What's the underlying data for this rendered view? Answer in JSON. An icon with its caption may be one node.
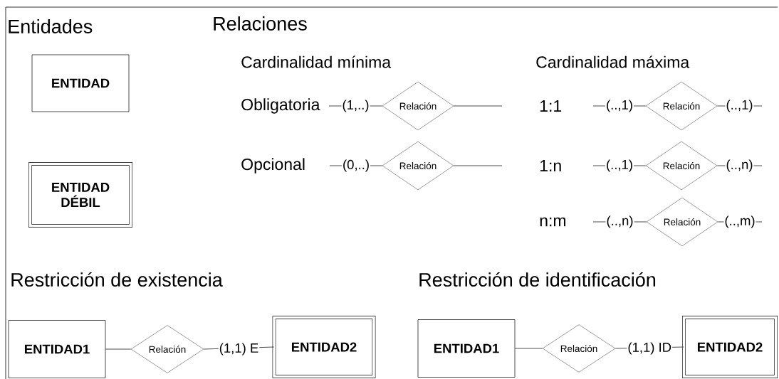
{
  "diagram": {
    "nodes": [
      {
        "text": [
          "ENTIDAD"
        ]
      },
      {
        "text": [
          "ENTIDAD DÉBIL"
        ]
      },
      {
        "text": [
          "Relación"
        ]
      },
      {
        "text": [
          "Relación"
        ]
      },
      {
        "text": [
          "Relación"
        ]
      },
      {
        "text": [
          "Relación"
        ]
      },
      {
        "text": [
          "Relación"
        ]
      },
      {
        "text": [
          "ENTIDAD1"
        ]
      },
      {
        "text": [
          "Relación"
        ]
      },
      {
        "text": [
          "ENTIDAD2"
        ]
      },
      {
        "text": [
          "ENTIDAD1"
        ]
      },
      {
        "text": [
          "Relación"
        ]
      },
      {
        "text": [
          "ENTIDAD2"
        ]
      }
    ],
    "edges": [
      {
        "from": null,
        "to": 2,
        "arrow": "none",
        "label": "(1,..)"
      },
      {
        "from": 2,
        "to": null,
        "arrow": "none"
      },
      {
        "from": null,
        "to": 3,
        "arrow": "none",
        "label": "(0,..)"
      },
      {
        "from": 3,
        "to": null,
        "arrow": "none"
      },
      {
        "from": null,
        "to": 4,
        "arrow": "none",
        "label": "(..,1)"
      },
      {
        "from": 4,
        "to": null,
        "arrow": "none",
        "label": "(..,1)"
      },
      {
        "from": null,
        "to": 5,
        "arrow": "none",
        "label": "(..,1)"
      },
      {
        "from": 5,
        "to": null,
        "arrow": "none",
        "label": "(..,n)"
      },
      {
        "from": null,
        "to": 6,
        "arrow": "none",
        "label": "(..,n)"
      },
      {
        "from": 6,
        "to": null,
        "arrow": "none",
        "label": "(..,m)"
      },
      {
        "from": 7,
        "to": 8,
        "arrow": "none"
      },
      {
        "from": 8,
        "to": 9,
        "arrow": "none",
        "label": "(1,1) E"
      },
      {
        "from": 10,
        "to": 11,
        "arrow": "none"
      },
      {
        "from": 11,
        "to": 12,
        "arrow": "none",
        "label": "(1,1) ID"
      }
    ],
    "labels": [
      "Entidades",
      "Relaciones",
      "Cardinalidad mínima",
      "Cardinalidad máxima",
      "Obligatoria",
      "1:1",
      "Opcional",
      "1:n",
      "n:m",
      "Restricción de existencia",
      "Restricción de identificación"
    ]
  }
}
